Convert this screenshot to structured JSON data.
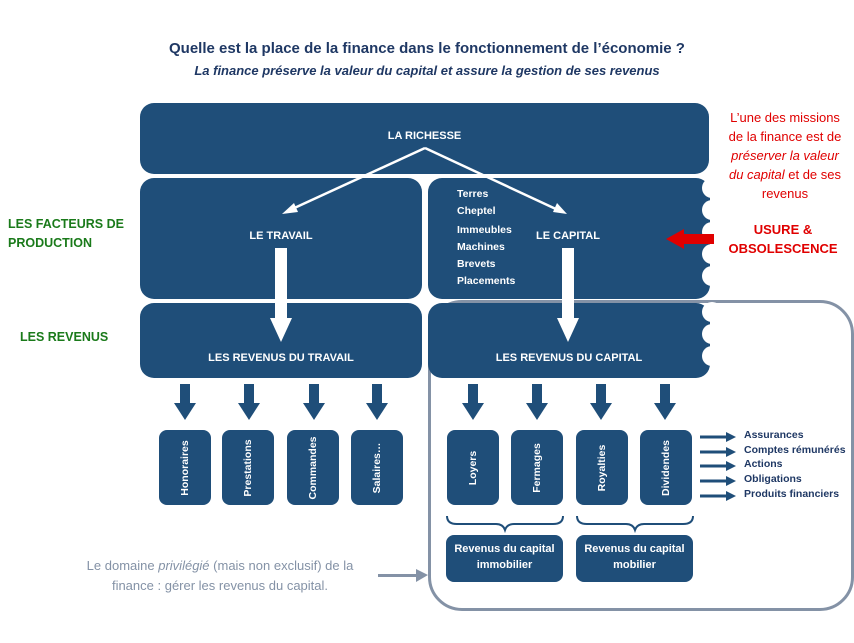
{
  "title": "Quelle est la place de la finance dans le fonctionnement de l’économie ?",
  "subtitle": "La finance préserve la valeur du capital et assure la gestion de ses revenus",
  "richesse": "LA RICHESSE",
  "travail": "LE TRAVAIL",
  "capital": "LE CAPITAL",
  "capital_assets": [
    "Terres",
    "Cheptel",
    "Immeubles",
    "Machines",
    "Brevets",
    "Placements"
  ],
  "revenus_travail": "LES REVENUS DU TRAVAIL",
  "revenus_capital": "LES REVENUS DU CAPITAL",
  "left_labels": {
    "facteurs_line1": "LES FACTEURS DE",
    "facteurs_line2": "PRODUCTION",
    "revenus": "LES REVENUS"
  },
  "mission": {
    "line1": "L’une des missions",
    "line2": "de la finance est de",
    "line3": "préserver la valeur",
    "line4_italic": "du capital",
    "line4_rest": " et de ses",
    "line5": "revenus"
  },
  "usure": {
    "line1": "USURE &",
    "line2": "OBSOLESCENCE"
  },
  "travail_items": [
    "Honoraires",
    "Prestations",
    "Commandes",
    "Salaires…"
  ],
  "capital_items": [
    "Loyers",
    "Fermages",
    "Royalties",
    "Dividendes"
  ],
  "dividend_uses": [
    "Assurances",
    "Comptes rémunérés",
    "Actions",
    "Obligations",
    "Produits financiers"
  ],
  "revenus_immobilier": {
    "line1": "Revenus du capital",
    "line2": "immobilier"
  },
  "revenus_mobilier": {
    "line1": "Revenus du capital",
    "line2": "mobilier"
  },
  "note": {
    "part1": "Le domaine ",
    "part2_italic": "privilégié",
    "part3": " (mais non exclusif) de la",
    "line2": "finance : gérer les revenus du capital."
  },
  "colors": {
    "box": "#1f4e79",
    "green": "#1a7a1a",
    "red": "#e00000",
    "frame": "#8492a6"
  }
}
